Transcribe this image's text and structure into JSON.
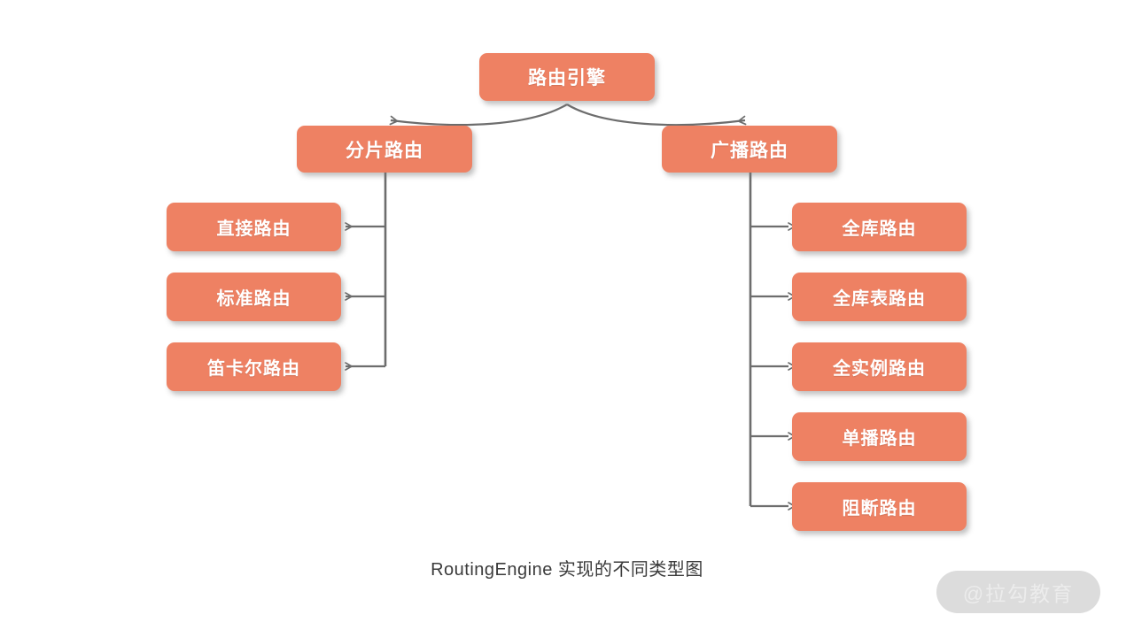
{
  "diagram": {
    "title": "RoutingEngine 实现的不同类型图",
    "accent_color": "#ee8163",
    "text_color": "#ffffff",
    "connector_color": "#6d6d6d",
    "background_color": "#ffffff",
    "root": {
      "label": "路由引擎"
    },
    "branches": [
      {
        "label": "分片路由",
        "children": [
          {
            "label": "直接路由"
          },
          {
            "label": "标准路由"
          },
          {
            "label": "笛卡尔路由"
          }
        ]
      },
      {
        "label": "广播路由",
        "children": [
          {
            "label": "全库路由"
          },
          {
            "label": "全库表路由"
          },
          {
            "label": "全实例路由"
          },
          {
            "label": "单播路由"
          },
          {
            "label": "阻断路由"
          }
        ]
      }
    ]
  },
  "caption": {
    "text": "RoutingEngine 实现的不同类型图"
  },
  "watermark": {
    "text": "@拉勾教育",
    "background_color": "#dcdcdc"
  }
}
